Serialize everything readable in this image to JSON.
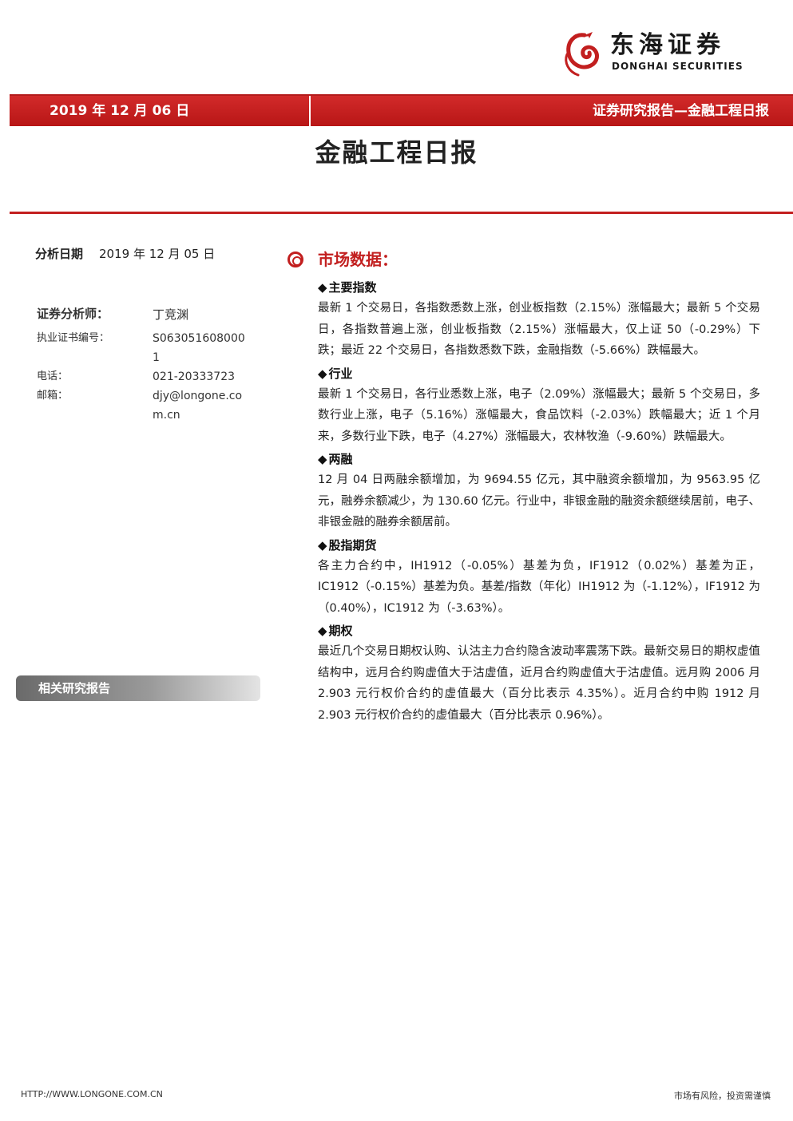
{
  "brand": {
    "name_cn": "东海证券",
    "name_en": "DONGHAI SECURITIES",
    "accent_color": "#c21f1f"
  },
  "header": {
    "date": "2019 年 12 月 06 日",
    "report_type": "证券研究报告—金融工程日报"
  },
  "title": "金融工程日报",
  "analysis_date": {
    "label": "分析日期",
    "value": "2019 年 12 月 05 日"
  },
  "analyst": {
    "name_label": "证券分析师：",
    "name": "丁竞渊",
    "cert_label": "执业证书编号：",
    "cert": "S0630516080001",
    "phone_label": "电话：",
    "phone": "021-20333723",
    "email_label": "邮箱：",
    "email": "djy@longone.com.cn"
  },
  "related_reports": "相关研究报告",
  "section": {
    "title": "市场数据：",
    "subsections": [
      {
        "heading": "主要指数",
        "text": "最新 1 个交易日，各指数悉数上涨，创业板指数（2.15%）涨幅最大；最新 5 个交易日，各指数普遍上涨，创业板指数（2.15%）涨幅最大，仅上证 50（-0.29%）下跌；最近 22 个交易日，各指数悉数下跌，金融指数（-5.66%）跌幅最大。"
      },
      {
        "heading": "行业",
        "text": "最新 1 个交易日，各行业悉数上涨，电子（2.09%）涨幅最大；最新 5 个交易日，多数行业上涨，电子（5.16%）涨幅最大，食品饮料（-2.03%）跌幅最大；近 1 个月来，多数行业下跌，电子（4.27%）涨幅最大，农林牧渔（-9.60%）跌幅最大。"
      },
      {
        "heading": "两融",
        "text": "12 月 04 日两融余额增加，为 9694.55 亿元，其中融资余额增加，为 9563.95 亿元，融券余额减少，为 130.60 亿元。行业中，非银金融的融资余额继续居前，电子、非银金融的融券余额居前。"
      },
      {
        "heading": "股指期货",
        "text": "各主力合约中，IH1912（-0.05%）基差为负，IF1912（0.02%）基差为正，IC1912（-0.15%）基差为负。基差/指数（年化）IH1912 为（-1.12%），IF1912 为（0.40%），IC1912 为（-3.63%）。"
      },
      {
        "heading": "期权",
        "text": "最近几个交易日期权认购、认沽主力合约隐含波动率震荡下跌。最新交易日的期权虚值结构中，远月合约购虚值大于沽虚值，近月合约购虚值大于沽虚值。远月购 2006 月 2.903 元行权价合约的虚值最大（百分比表示 4.35%）。近月合约中购 1912 月 2.903 元行权价合约的虚值最大（百分比表示 0.96%）。"
      }
    ]
  },
  "footer": {
    "url": "HTTP://WWW.LONGONE.COM.CN",
    "risk": "市场有风险，投资需谨慎"
  }
}
